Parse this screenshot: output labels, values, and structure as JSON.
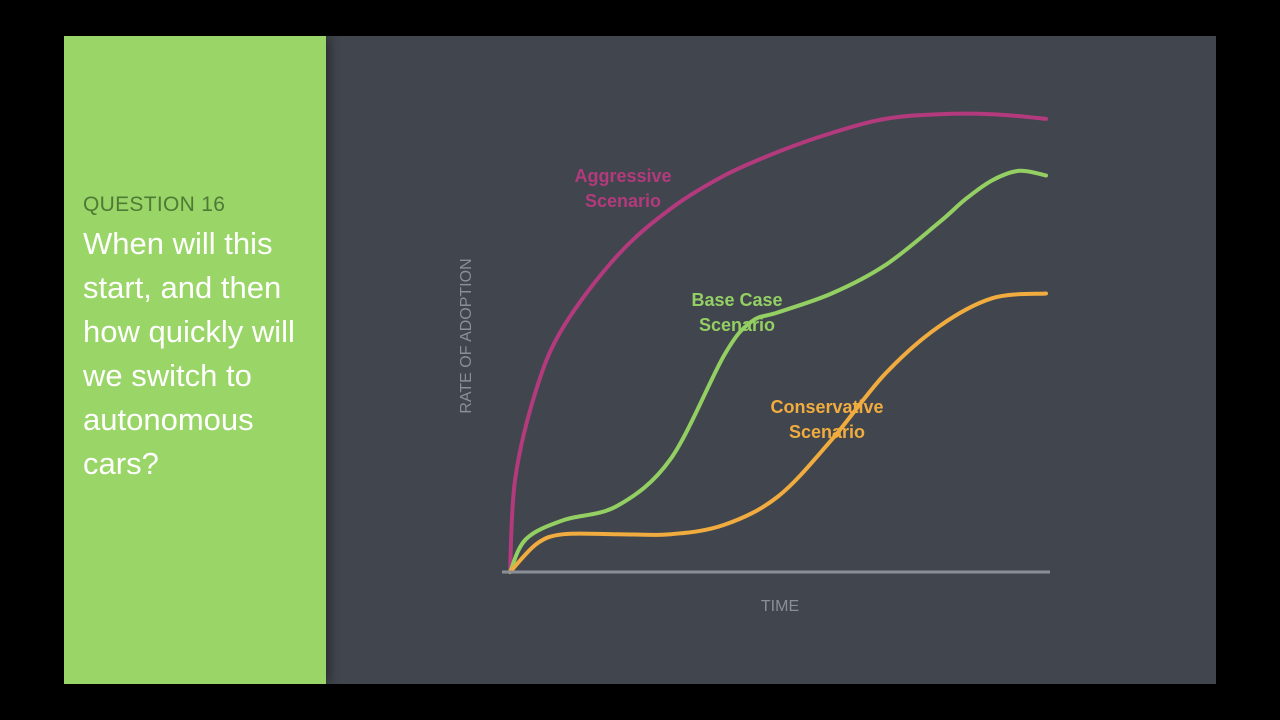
{
  "panel": {
    "question_label": "QUESTION 16",
    "question_text": "When will this start, and then how quickly will we switch to autonomous cars?"
  },
  "colors": {
    "background": "#41454d",
    "panel": "#9ad567",
    "aggressive": "#b23a7d",
    "base": "#93cf62",
    "conservative": "#f0ac3e",
    "axis": "#8a8f96"
  },
  "chart_data": {
    "type": "line",
    "title": "",
    "xlabel": "TIME",
    "ylabel": "RATE OF ADOPTION",
    "xlim": [
      0,
      100
    ],
    "ylim": [
      0,
      100
    ],
    "grid": false,
    "legend": "none",
    "series": [
      {
        "name": "Aggressive Scenario",
        "label_lines": [
          "Aggressive",
          "Scenario"
        ],
        "color": "#b23a7d",
        "x": [
          0,
          1,
          5,
          10,
          20,
          30,
          40,
          50,
          60,
          70,
          80,
          90,
          100
        ],
        "y": [
          0,
          20,
          39,
          52,
          67,
          77,
          84,
          89,
          93,
          96,
          97,
          97,
          96
        ]
      },
      {
        "name": "Base Case Scenario",
        "label_lines": [
          "Base Case",
          "Scenario"
        ],
        "color": "#93cf62",
        "x": [
          0,
          3,
          10,
          20,
          30,
          40,
          45,
          50,
          60,
          70,
          80,
          85,
          90,
          95,
          100
        ],
        "y": [
          0,
          7,
          11,
          14,
          24,
          46,
          53,
          55,
          59,
          65,
          74,
          79,
          83,
          85,
          84
        ]
      },
      {
        "name": "Conservative Scenario",
        "label_lines": [
          "Conservative",
          "Scenario"
        ],
        "color": "#f0ac3e",
        "x": [
          0,
          5,
          10,
          20,
          30,
          40,
          50,
          60,
          70,
          80,
          90,
          100
        ],
        "y": [
          0,
          6,
          8,
          8,
          8,
          10,
          16,
          28,
          42,
          52,
          58,
          59
        ]
      }
    ]
  }
}
